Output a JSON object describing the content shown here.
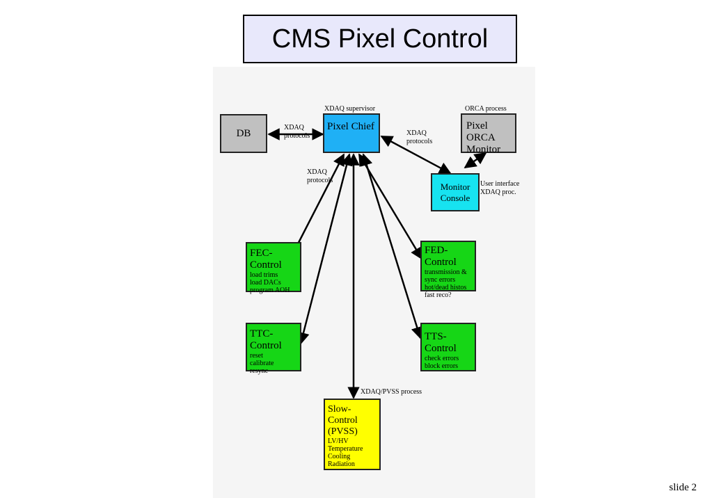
{
  "title": "CMS Pixel Control",
  "slide_number": "slide 2",
  "diagram": {
    "db": {
      "label": "DB"
    },
    "pixel_chief": {
      "label": "Pixel Chief",
      "caption": "XDAQ supervisor"
    },
    "pixel_orca": {
      "label_line1": "Pixel ORCA",
      "label_line2": "Monitor",
      "caption": "ORCA process"
    },
    "monitor_console": {
      "label_line1": "Monitor",
      "label_line2": "Console",
      "side_line1": "User interface",
      "side_line2": "XDAQ proc."
    },
    "fec_control": {
      "label": "FEC-Control",
      "lines": [
        "load trims",
        "load DACs",
        "program AOH"
      ]
    },
    "ttc_control": {
      "label": "TTC-Control",
      "lines": [
        "reset",
        "calibrate",
        "resync"
      ]
    },
    "fed_control": {
      "label": "FED-Control",
      "lines": [
        "transmission &",
        "sync errors",
        "hot/dead histos",
        "fast reco?"
      ]
    },
    "tts_control": {
      "label": "TTS-Control",
      "lines": [
        "check errors",
        "block errors"
      ]
    },
    "slow_control": {
      "label_line1": "Slow-Control",
      "label_line2": "(PVSS)",
      "lines": [
        "LV/HV",
        "Temperature",
        "Cooling",
        "Radiation"
      ],
      "caption": "XDAQ/PVSS process"
    },
    "edge_labels": {
      "db_chief_1": "XDAQ",
      "db_chief_2": "protocols",
      "chief_console_1": "XDAQ",
      "chief_console_2": "protocols",
      "chief_left_1": "XDAQ",
      "chief_left_2": "protocols"
    },
    "colors": {
      "grey": "#c0c0c0",
      "blue": "#1fb0f5",
      "cyan": "#17e3f0",
      "green": "#16d616",
      "yellow": "#ffff00"
    }
  }
}
